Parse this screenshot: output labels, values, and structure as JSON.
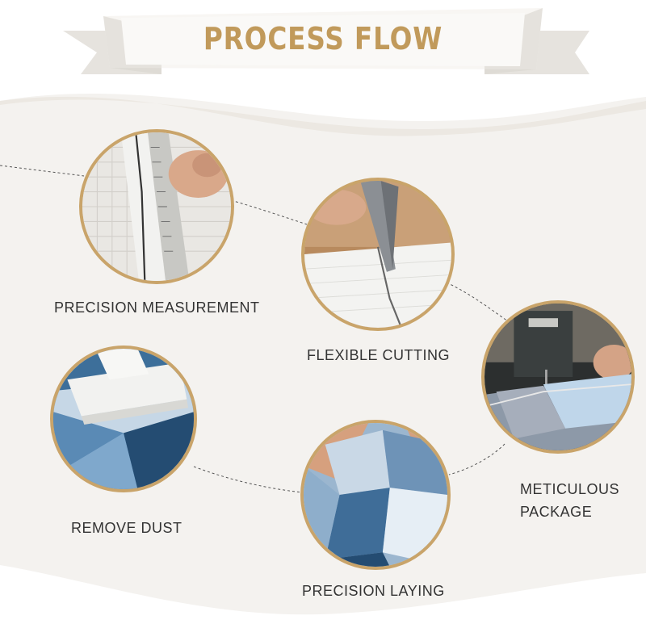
{
  "title": "PROCESS FLOW",
  "colors": {
    "accent": "#c19a5b",
    "ring": "#c9a46a",
    "text": "#333333",
    "background": "#f4f2ef"
  },
  "steps": [
    {
      "label": "PRECISION MEASUREMENT",
      "icon": "ruler-measurement-photo"
    },
    {
      "label": "FLEXIBLE CUTTING",
      "icon": "scissors-cutting-photo"
    },
    {
      "label_line1": "METICULOUS",
      "label_line2": "PACKAGE",
      "icon": "sewing-machine-photo"
    },
    {
      "label": "REMOVE DUST",
      "icon": "vacuum-brush-photo"
    },
    {
      "label": "PRECISION LAYING",
      "icon": "rug-laying-photo"
    }
  ]
}
